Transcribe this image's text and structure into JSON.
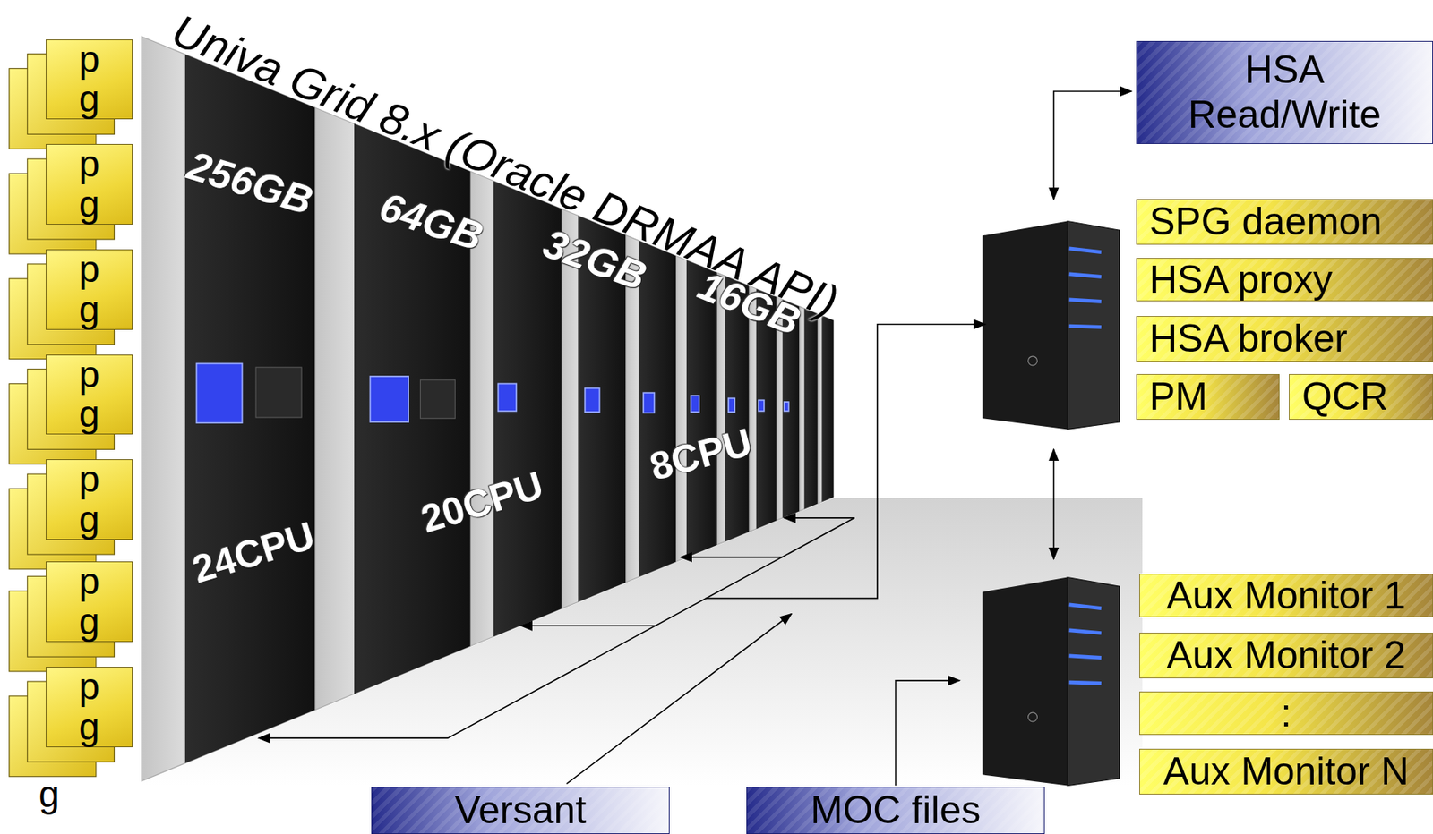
{
  "diagram": {
    "nodes": [
      {
        "text": [
          "p",
          "g"
        ]
      },
      {
        "text": [
          "p",
          "g"
        ]
      },
      {
        "text": [
          "p",
          "g"
        ]
      },
      {
        "text": [
          "p",
          "g"
        ]
      },
      {
        "text": [
          "p",
          "g"
        ]
      },
      {
        "text": [
          "p",
          "g"
        ]
      },
      {
        "text": [
          "p",
          "g"
        ]
      },
      {
        "text": [
          "HSA Read/Write"
        ]
      },
      {
        "text": [
          "SPG daemon"
        ]
      },
      {
        "text": [
          "HSA proxy"
        ]
      },
      {
        "text": [
          "HSA broker"
        ]
      },
      {
        "text": [
          "PM"
        ]
      },
      {
        "text": [
          "QCR"
        ]
      },
      {
        "text": [
          "Aux Monitor 1"
        ]
      },
      {
        "text": [
          "Aux Monitor 2"
        ]
      },
      {
        "text": [
          ":"
        ]
      },
      {
        "text": [
          "Aux Monitor N"
        ]
      },
      {
        "text": [
          "Versant"
        ]
      },
      {
        "text": [
          "MOC files"
        ]
      }
    ],
    "labels": [
      "Univa Grid 8.x (Oracle DRMAA API)",
      "256GB",
      "64GB",
      "32GB",
      "16GB",
      "24CPU",
      "20CPU",
      "8CPU",
      "g"
    ]
  }
}
